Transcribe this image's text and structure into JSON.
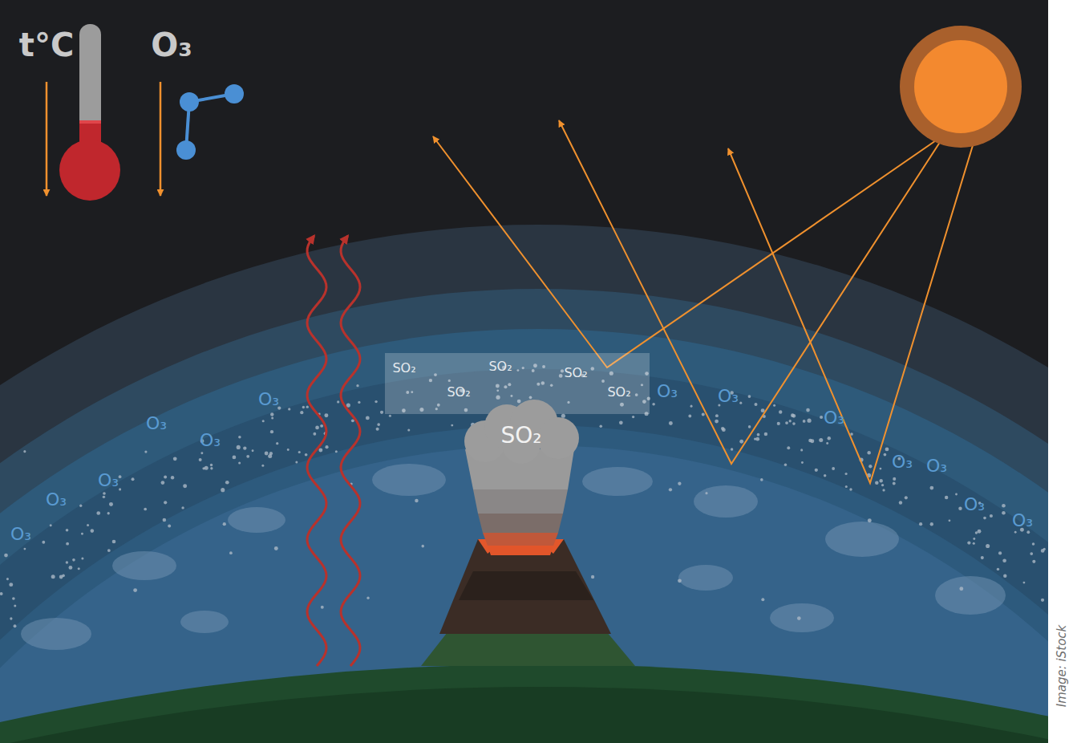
{
  "diagram": {
    "nodes": [
      {
        "text": [
          "SO₂",
          "SO₂",
          "SO₂",
          "SO₂",
          "SO₂"
        ]
      },
      {
        "text": [
          "SO₂"
        ]
      }
    ],
    "labels": [
      "t°C",
      "O₃",
      "O₃",
      "O₃",
      "O₃",
      "O₃",
      "O₃",
      "O₃",
      "O₃",
      "O₃",
      "O₃",
      "O₃",
      "O₃",
      "O₃",
      "O₃",
      "Image: iStock"
    ]
  }
}
